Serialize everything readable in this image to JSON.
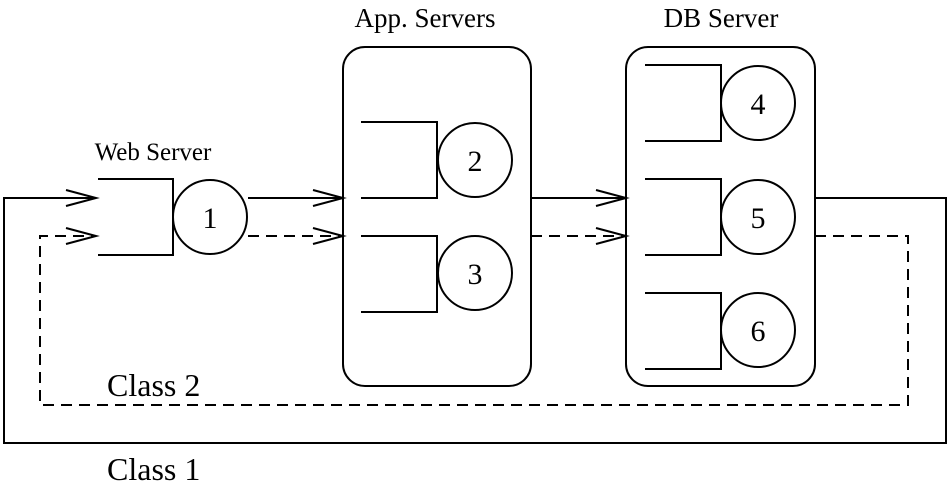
{
  "labels": {
    "web_server": "Web Server",
    "app_servers": "App. Servers",
    "db_server": "DB Server",
    "class_1": "Class 1",
    "class_2": "Class 2"
  },
  "nodes": {
    "n1": "1",
    "n2": "2",
    "n3": "3",
    "n4": "4",
    "n5": "5",
    "n6": "6"
  }
}
